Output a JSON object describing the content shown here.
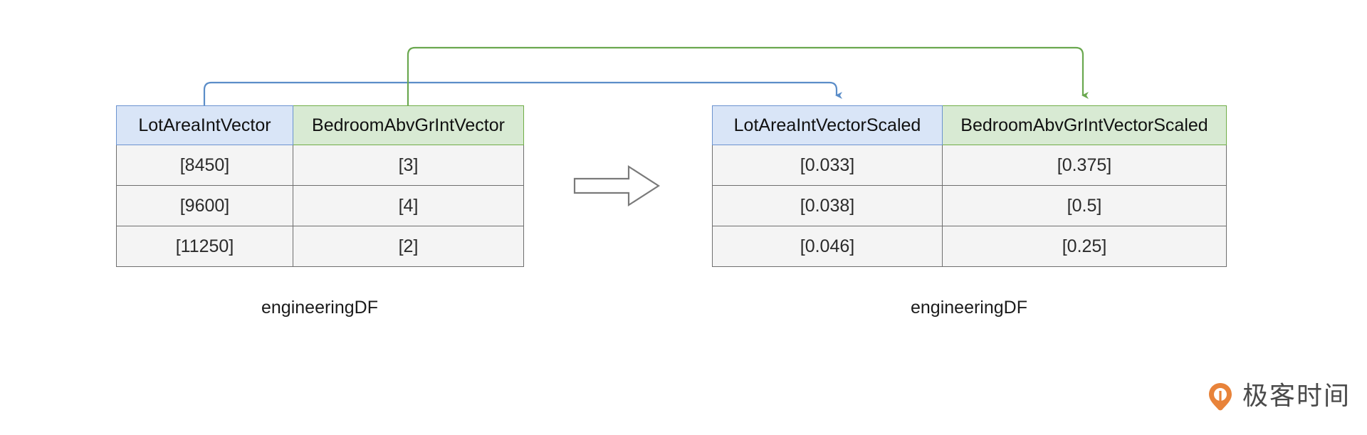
{
  "diagram": {
    "title_visible": false,
    "colors": {
      "blue_header_fill": "#d9e5f7",
      "blue_header_border": "#6b93cf",
      "green_header_fill": "#d8ead3",
      "green_header_border": "#70ad47",
      "cell_fill": "#f4f4f4",
      "cell_border": "#6e6e6e",
      "blue_connector": "#5b8dc8",
      "green_connector": "#6aa84f",
      "block_arrow_stroke": "#7a7a7a",
      "watermark_orange": "#e8833a",
      "watermark_text": "#4a4a4a"
    },
    "source_table": {
      "caption": "engineeringDF",
      "headers": [
        {
          "label": "LotAreaIntVector",
          "color": "blue"
        },
        {
          "label": "BedroomAbvGrIntVector",
          "color": "green"
        }
      ],
      "rows": [
        [
          "[8450]",
          "[3]"
        ],
        [
          "[9600]",
          "[4]"
        ],
        [
          "[11250]",
          "[2]"
        ]
      ]
    },
    "target_table": {
      "caption": "engineeringDF",
      "headers": [
        {
          "label": "LotAreaIntVectorScaled",
          "color": "blue"
        },
        {
          "label": "BedroomAbvGrIntVectorScaled",
          "color": "green"
        }
      ],
      "rows": [
        [
          "[0.033]",
          "[0.375]"
        ],
        [
          "[0.038]",
          "[0.5]"
        ],
        [
          "[0.046]",
          "[0.25]"
        ]
      ]
    },
    "connectors": [
      {
        "name": "lotarea-mapping",
        "from": "LotAreaIntVector",
        "to": "LotAreaIntVectorScaled",
        "color": "blue"
      },
      {
        "name": "bedroom-mapping",
        "from": "BedroomAbvGrIntVector",
        "to": "BedroomAbvGrIntVectorScaled",
        "color": "green"
      }
    ],
    "transform_arrow": {
      "name": "transform-arrow",
      "direction": "right"
    }
  },
  "watermark": {
    "text": "极客时间",
    "logo_name": "geektime-logo-icon"
  }
}
